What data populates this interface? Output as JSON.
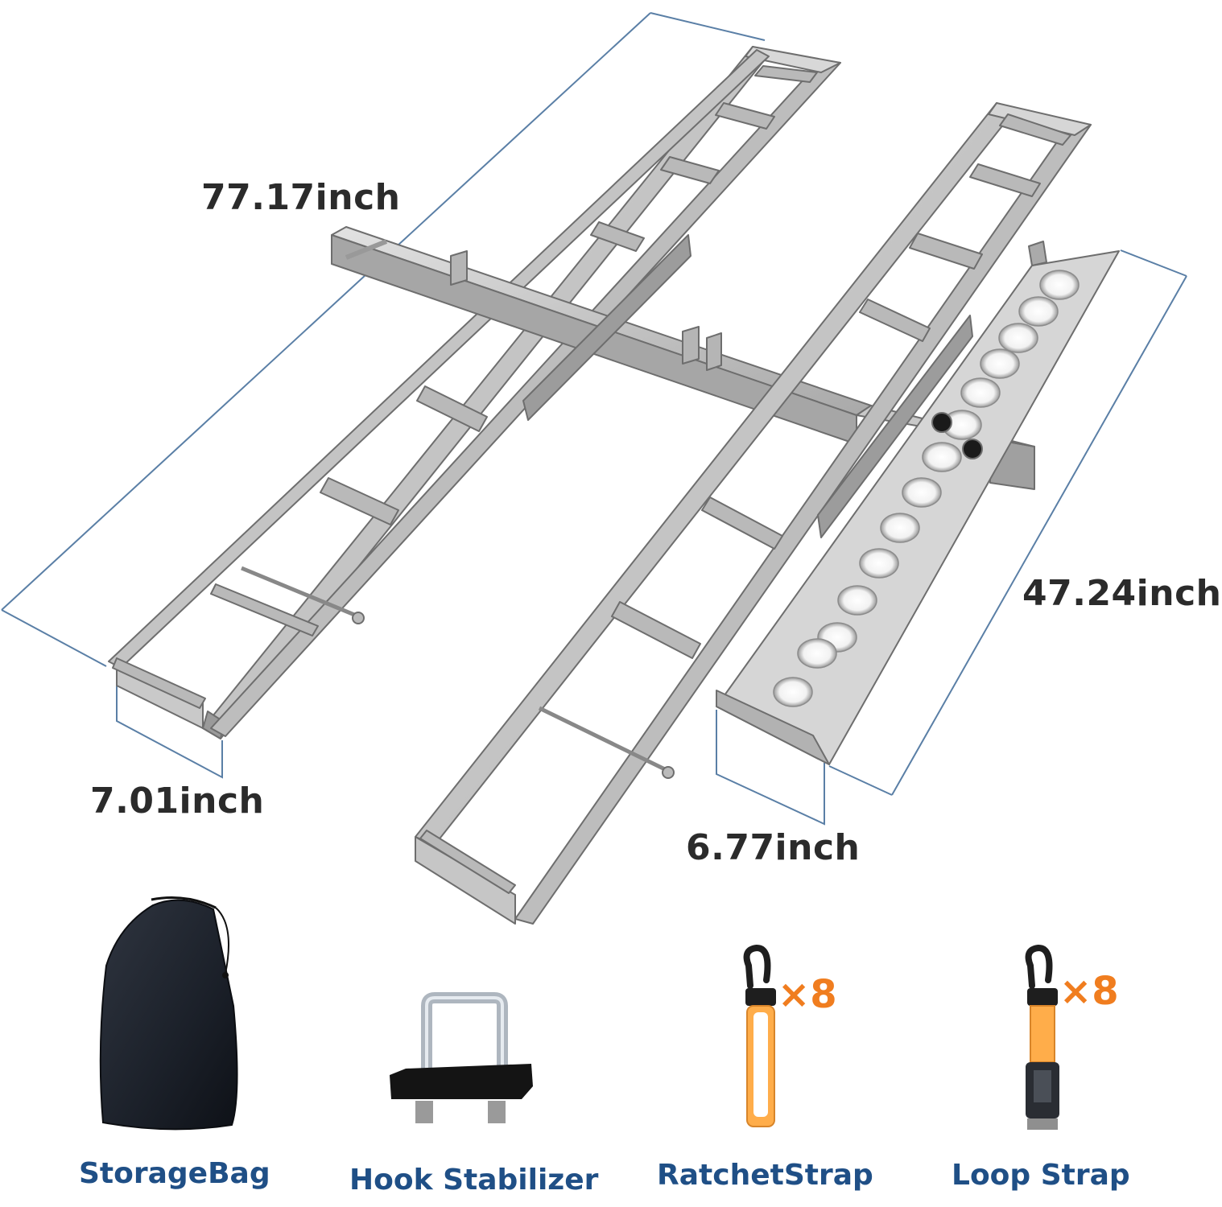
{
  "dimensions": {
    "length": "77.17inch",
    "loading_ramp_length": "47.24inch",
    "track_width": "7.01inch",
    "loading_ramp_width": "6.77inch"
  },
  "accessories": [
    {
      "label": "StorageBag",
      "icon": "storage-bag-icon"
    },
    {
      "label": "Hook Stabilizer",
      "icon": "hitch-stabilizer-icon"
    },
    {
      "label": "RatchetStrap",
      "icon": "ratchet-strap-icon",
      "quantity": "×8"
    },
    {
      "label": "Loop Strap",
      "icon": "loop-strap-icon",
      "quantity": "×8"
    }
  ],
  "colors": {
    "label_blue": "#1f4f86",
    "quantity_orange": "#f07d1f",
    "dimension_line": "#5a7fa6",
    "dimension_text": "#2b2b2b",
    "metal": "#c8c8c8",
    "strap": "#ffad4a"
  }
}
